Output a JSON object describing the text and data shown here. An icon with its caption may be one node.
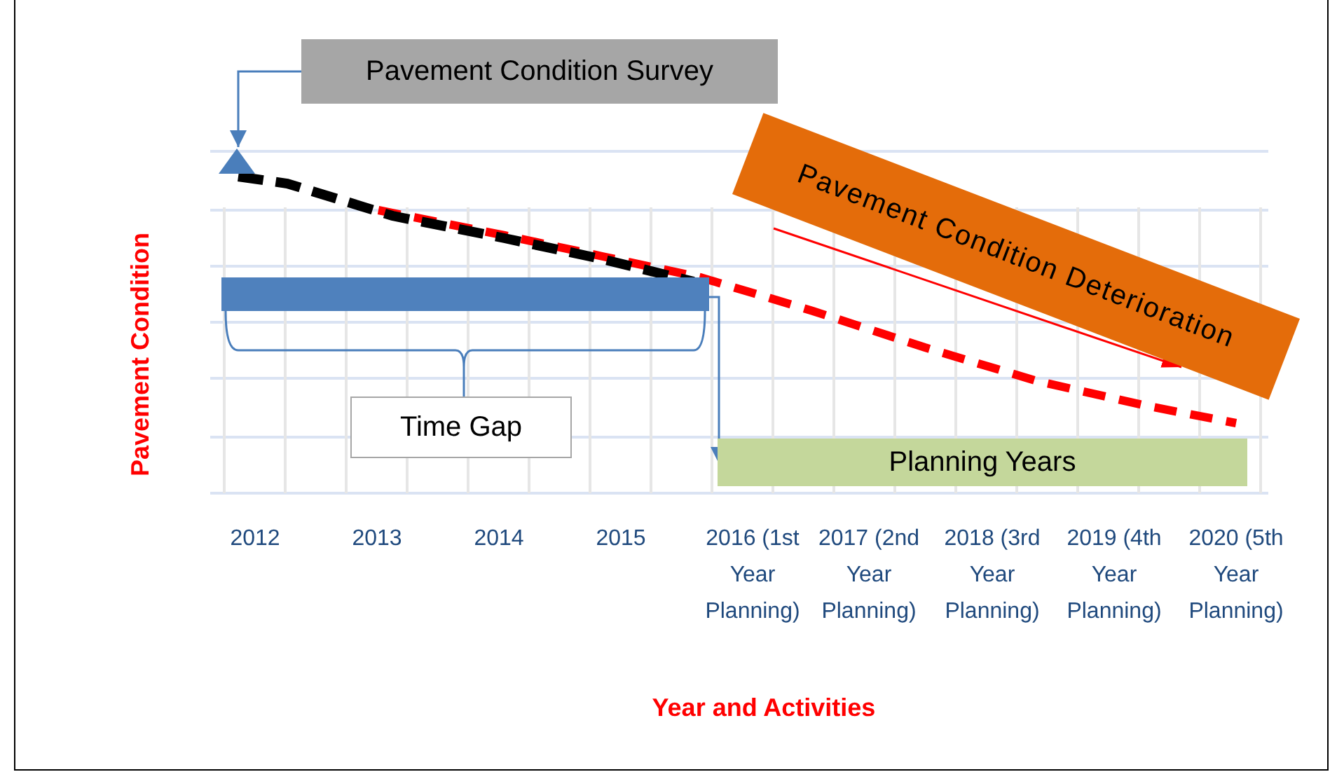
{
  "diagram": {
    "nodes": [
      {
        "text": [
          "Pavement Condition Survey"
        ]
      },
      {
        "text": [],
        "shape": "triangle"
      },
      {
        "text": [
          "Time Gap"
        ]
      },
      {
        "text": [],
        "shape": "bar"
      },
      {
        "text": [
          "Planning Years"
        ]
      },
      {
        "text": [
          "Pavement Condition Deterioration"
        ]
      }
    ],
    "edges": [
      {
        "from": 0,
        "to": 1,
        "arrow": "to"
      },
      {
        "from": 3,
        "to": 4,
        "arrow": "to"
      }
    ],
    "labels": [
      "Pavement Condition",
      "2012",
      "2013",
      "2014",
      "2015",
      "2016 (1st Year Planning)",
      "2017 (2nd Year Planning)",
      "2018 (3rd Year Planning)",
      "2019 (4th Year Planning)",
      "2020 (5th Year Planning)",
      "Year and Activities"
    ]
  }
}
